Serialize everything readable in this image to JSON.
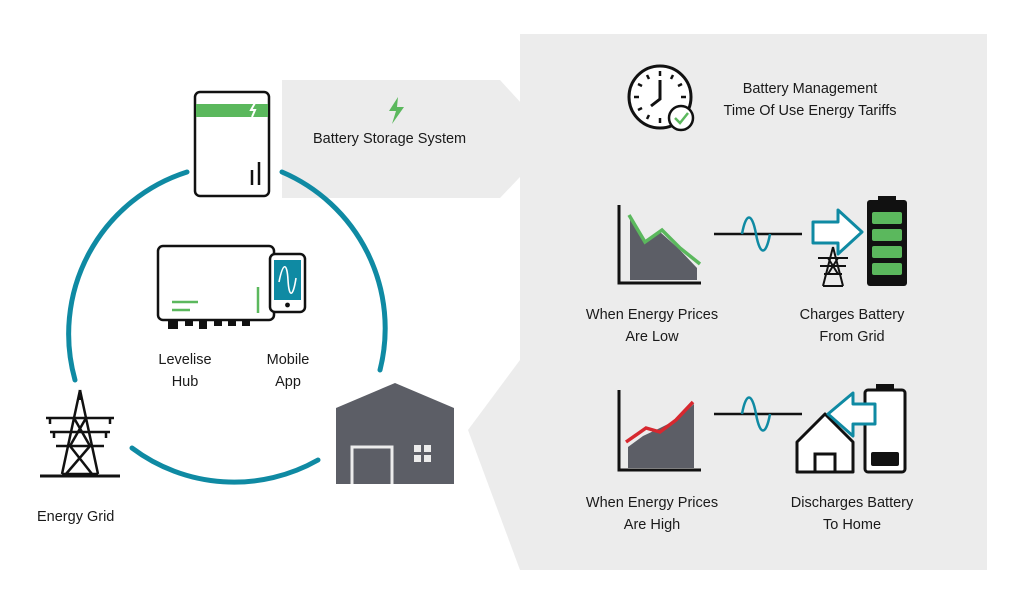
{
  "colors": {
    "teal": "#0f8aa3",
    "green": "#5bb85d",
    "red": "#d7282f",
    "dark_gray": "#5c5e66",
    "panel_gray": "#ececec",
    "black": "#111111"
  },
  "icons": [
    "battery-icon",
    "lightning-icon",
    "hub-icon",
    "mobile-app-icon",
    "pylon-icon",
    "house-icon",
    "clock-check-icon",
    "chart-down-icon",
    "chart-up-icon",
    "sine-wave-icon",
    "charge-arrow-icon",
    "discharge-arrow-icon"
  ],
  "diagram": {
    "battery_storage": "Battery Storage System",
    "hub": {
      "line1": "Levelise",
      "line2": "Hub"
    },
    "app": {
      "line1": "Mobile",
      "line2": "App"
    },
    "grid": "Energy Grid"
  },
  "panel": {
    "header": {
      "line1": "Battery Management",
      "line2": "Time Of Use Energy Tariffs"
    },
    "low": {
      "line1": "When Energy Prices",
      "line2": "Are Low"
    },
    "charge": {
      "line1": "Charges Battery",
      "line2": "From Grid"
    },
    "high": {
      "line1": "When Energy Prices",
      "line2": "Are High"
    },
    "discharge": {
      "line1": "Discharges Battery",
      "line2": "To Home"
    }
  }
}
